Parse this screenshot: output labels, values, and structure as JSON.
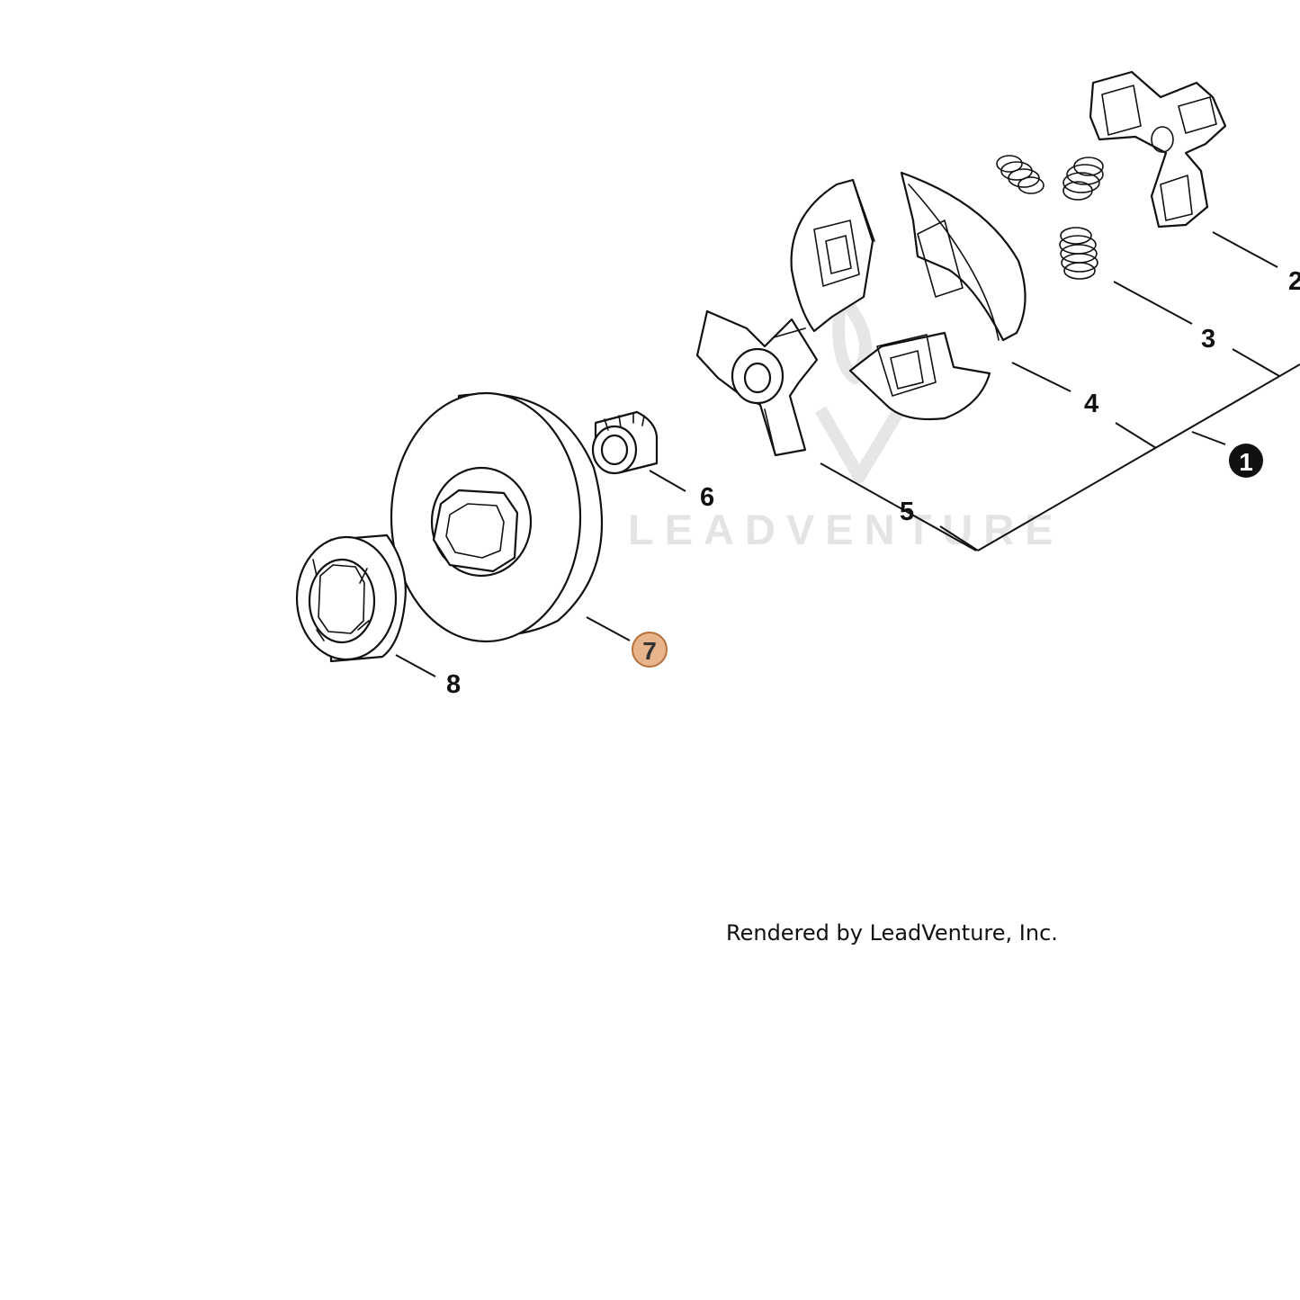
{
  "diagram": {
    "callouts": [
      "1",
      "2",
      "3",
      "4",
      "5",
      "6",
      "7",
      "8"
    ],
    "highlight_color": "#e8b48c",
    "highlight_stroke": "#b8703a"
  },
  "watermark": {
    "text": "LEADVENTURE"
  },
  "footer": {
    "text": "Rendered by LeadVenture, Inc."
  }
}
